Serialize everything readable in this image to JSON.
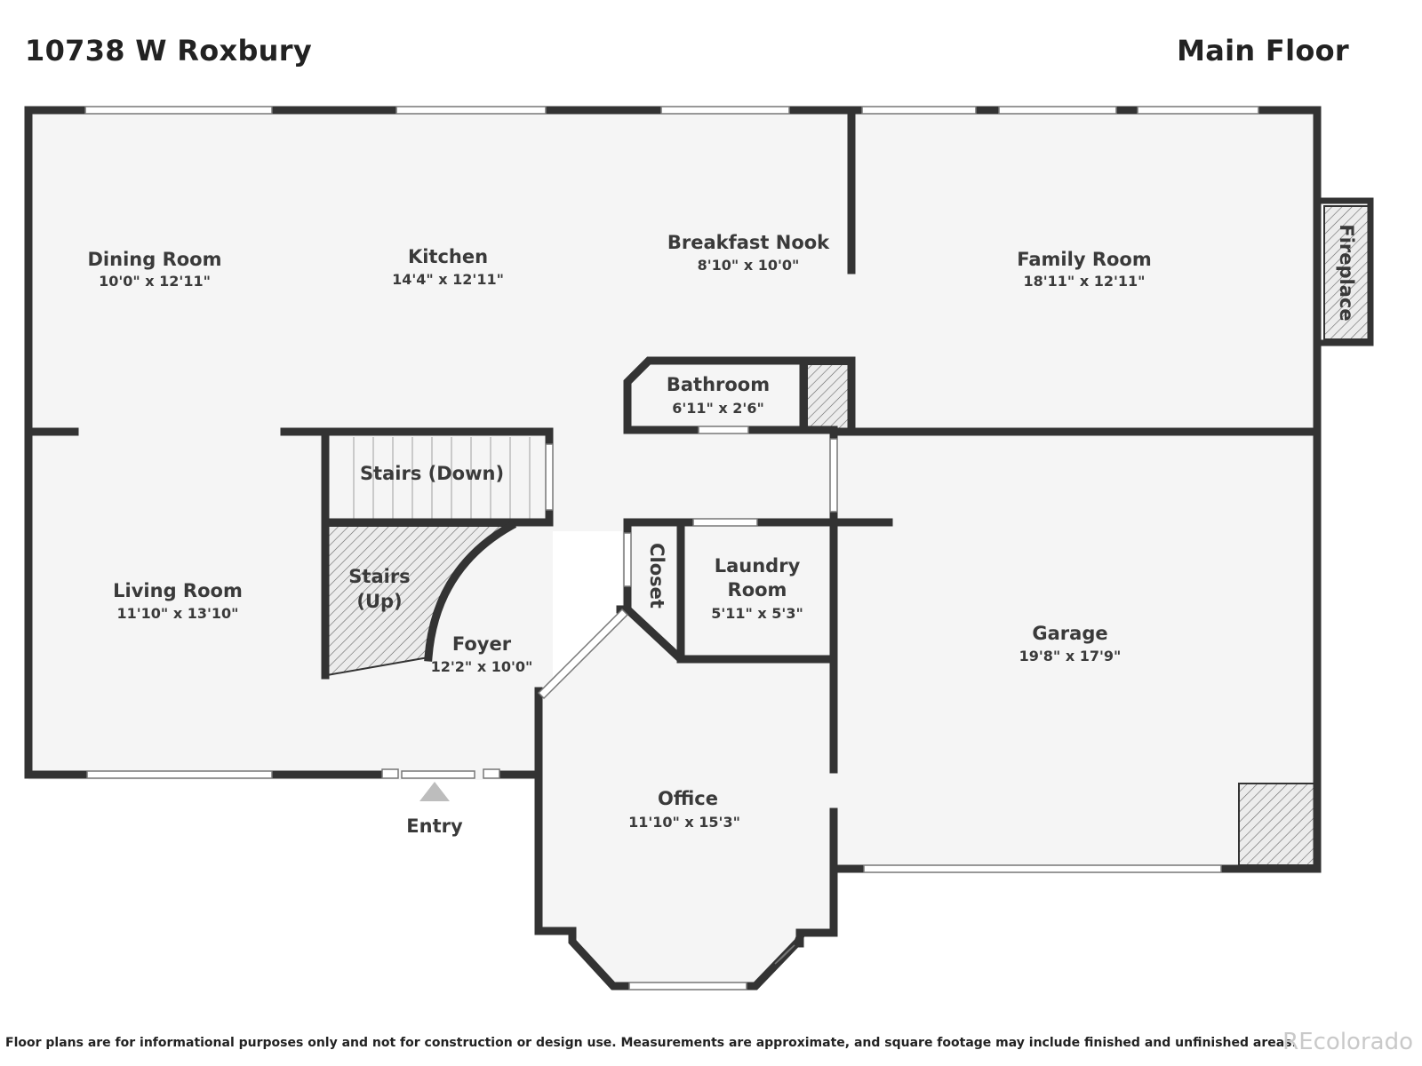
{
  "header": {
    "address": "10738 W Roxbury",
    "floor": "Main Floor"
  },
  "rooms": {
    "dining": {
      "name": "Dining Room",
      "dims": "10'0\" x 12'11\""
    },
    "kitchen": {
      "name": "Kitchen",
      "dims": "14'4\" x 12'11\""
    },
    "nook": {
      "name": "Breakfast Nook",
      "dims": "8'10\" x 10'0\""
    },
    "family": {
      "name": "Family Room",
      "dims": "18'11\" x 12'11\""
    },
    "fireplace": {
      "name": "Fireplace"
    },
    "bathroom": {
      "name": "Bathroom",
      "dims": "6'11\" x 2'6\""
    },
    "stairs_down": {
      "name": "Stairs (Down)"
    },
    "stairs_up": {
      "name_line1": "Stairs",
      "name_line2": "(Up)"
    },
    "living": {
      "name": "Living Room",
      "dims": "11'10\" x 13'10\""
    },
    "foyer": {
      "name": "Foyer",
      "dims": "12'2\" x 10'0\""
    },
    "closet": {
      "name": "Closet"
    },
    "laundry": {
      "name_line1": "Laundry",
      "name_line2": "Room",
      "dims": "5'11\" x 5'3\""
    },
    "garage": {
      "name": "Garage",
      "dims": "19'8\" x 17'9\""
    },
    "office": {
      "name": "Office",
      "dims": "11'10\" x 15'3\""
    },
    "entry": {
      "name": "Entry"
    }
  },
  "footer": {
    "disclaimer": "Floor plans are for informational purposes only and not for construction or design use. Measurements are approximate, and square footage may include finished and unfinished areas.",
    "brand": "REcolorado"
  },
  "colors": {
    "wall": "#333333",
    "floor": "#f5f5f5",
    "hatch": "#555555"
  }
}
